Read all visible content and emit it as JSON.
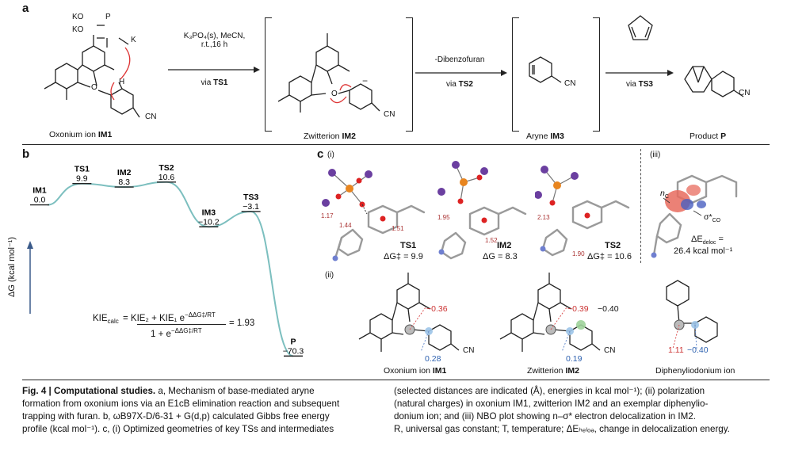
{
  "panel_a": {
    "letter": "a",
    "im1_label": "Oxonium ion ",
    "im1_id": "IM1",
    "k_label": "K",
    "ko1": "KO",
    "ko2": "KO",
    "p_label": "P",
    "o_label": "O",
    "h_label": "H",
    "cn1": "CN",
    "conditions1": [
      "K₃PO₄(s), MeCN,",
      "r.t.,16 h"
    ],
    "via1_prefix": "via ",
    "via1_id": "TS1",
    "im2_label": "Zwitterion ",
    "im2_id": "IM2",
    "cn2": "CN",
    "conditions2": "-Dibenzofuran",
    "via2_prefix": "via ",
    "via2_id": "TS2",
    "im3_label": "Aryne ",
    "im3_id": "IM3",
    "cn3": "CN",
    "via3_prefix": "via ",
    "via3_id": "TS3",
    "product_label": "Product ",
    "product_id": "P",
    "cn4": "CN"
  },
  "panel_b": {
    "letter": "b",
    "yaxis_label": "ΔG (kcal mol⁻¹)",
    "kie_lhs": "KIE",
    "kie_lhs_sub": "calc",
    "kie_num": "= KIE₂ + KIE₁ e",
    "kie_num_exp": "−ΔΔG‡/RT",
    "kie_den": "1 + e",
    "kie_den_exp": "−ΔΔG‡/RT",
    "kie_result": "= 1.93"
  },
  "chart_data": {
    "type": "line",
    "ylabel": "ΔG (kcal mol⁻¹)",
    "points": [
      {
        "name": "IM1",
        "value": 0.0,
        "label": "0.0"
      },
      {
        "name": "TS1",
        "value": 9.9,
        "label": "9.9"
      },
      {
        "name": "IM2",
        "value": 8.3,
        "label": "8.3"
      },
      {
        "name": "TS2",
        "value": 10.6,
        "label": "10.6"
      },
      {
        "name": "IM3",
        "value": -10.2,
        "label": "−10.2"
      },
      {
        "name": "TS3",
        "value": -3.1,
        "label": "−3.1"
      },
      {
        "name": "P",
        "value": -70.3,
        "label": "−70.3"
      }
    ],
    "ylim": [
      -72,
      12
    ],
    "line_color": "#7cbfbf"
  },
  "panel_c": {
    "letter": "c",
    "sub_i": "(i)",
    "sub_ii": "(ii)",
    "sub_iii": "(iii)",
    "ts1": {
      "name": "TS1",
      "energy": "ΔG‡ = 9.9",
      "d1": "1.17",
      "d2": "1.44",
      "d3": "1.51"
    },
    "im2": {
      "name": "IM2",
      "energy": "ΔG = 8.3",
      "d1": "1.95",
      "d2": "1.52"
    },
    "ts2": {
      "name": "TS2",
      "energy": "ΔG‡ = 10.6",
      "d1": "2.13",
      "d2": "1.90"
    },
    "nbo": {
      "nc": "n",
      "nc_sub": "C",
      "sigma": "σ*",
      "sigma_sub": "CO",
      "deloc_label": "ΔE",
      "deloc_sub": "deloc",
      "deloc_eq": " =",
      "deloc_value": "26.4 kcal mol⁻¹"
    },
    "charges_im1": {
      "c1": "−0.36",
      "c2": "0.28",
      "name": "Oxonium ion ",
      "id": "IM1",
      "cn": "CN"
    },
    "charges_im2": {
      "c1": "−0.39",
      "c1b": "−0.40",
      "c2": "0.19",
      "name": "Zwitterion ",
      "id": "IM2",
      "cn": "CN"
    },
    "charges_diph": {
      "c1": "1.11",
      "c2": "−0.40",
      "name": "Diphenyliodonium ion"
    }
  },
  "caption": {
    "fig": "Fig. 4 | Computational studies.",
    "col1": [
      " a, Mechanism of base-mediated aryne",
      "formation from oxonium ions via an E1cB elimination reaction and subsequent",
      "trapping with furan. b, ωB97X-D/6-31 + G(d,p) calculated Gibbs free energy",
      "profile (kcal mol⁻¹). c, (i) Optimized geometries of key TSs and intermediates"
    ],
    "col2": [
      "(selected distances are indicated (Å), energies in kcal mol⁻¹); (ii) polarization",
      "(natural charges) in oxonium IM1, zwitterion IM2 and an exemplar diphenylio-",
      "donium ion; and (iii) NBO plot showing n–σ* electron delocalization in IM2.",
      "R, universal gas constant; T, temperature; ΔEₕₑₗₒₔ, change in delocalization energy."
    ]
  }
}
